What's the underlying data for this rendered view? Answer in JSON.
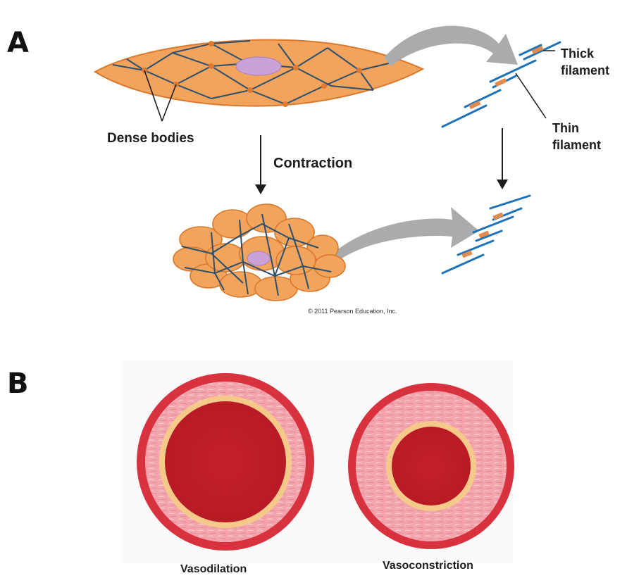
{
  "panel_a": {
    "letter": "A",
    "labels": {
      "dense_bodies": "Dense bodies",
      "contraction": "Contraction",
      "thick_filament": "Thick\nfilament",
      "thin_filament": "Thin\nfilament",
      "copyright": "© 2011 Pearson Education, Inc."
    }
  },
  "panel_b": {
    "letter": "B",
    "labels": {
      "vasodilation": "Vasodilation",
      "vasoconstriction": "Vasoconstriction"
    }
  },
  "colors": {
    "cell_fill": "#f2a45c",
    "cell_stroke": "#d9782a",
    "network": "#2b4f6e",
    "nucleus": "#c8a2d8",
    "filament": "#1e73b8",
    "myosin": "#e08a4e",
    "arrow_gray": "#a9abad",
    "vessel_outer": "#d9323f",
    "vessel_wall": "#f2a3ac",
    "vessel_ring": "#f5c98a",
    "lumen": "#c4202a"
  }
}
